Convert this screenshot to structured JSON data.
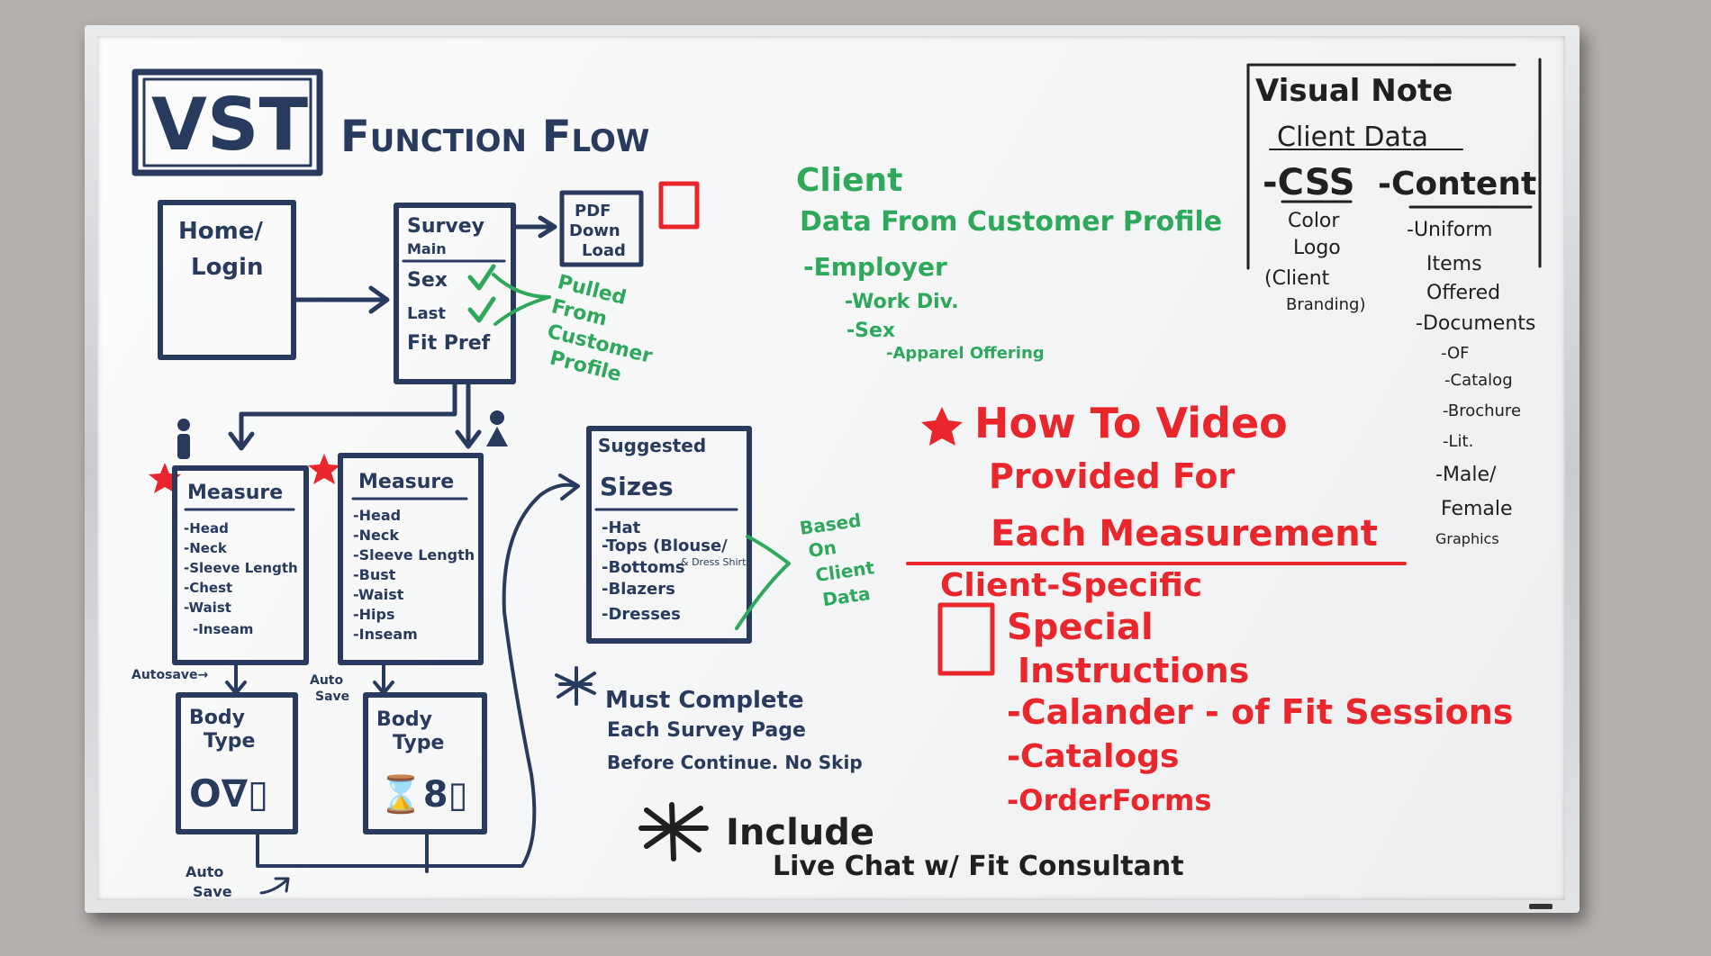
{
  "title": {
    "logo": "VST",
    "subtitle": "Function Flow"
  },
  "boxes": {
    "home": {
      "lines": [
        "Home/",
        "Login"
      ]
    },
    "survey": {
      "lines": [
        "Survey",
        "Main",
        "Sex",
        "Last",
        "Fit Pref"
      ]
    },
    "pdf": {
      "lines": [
        "PDF",
        "Down",
        "Load"
      ]
    },
    "measure_left": {
      "title": "Measure",
      "items": [
        "-Head",
        "-Neck",
        "-Sleeve Length",
        "-Chest",
        "-Waist",
        "-Inseam"
      ]
    },
    "measure_right": {
      "title": "Measure",
      "items": [
        "-Head",
        "-Neck",
        "-Sleeve Length",
        "-Bust",
        "-Waist",
        "-Hips",
        "-Inseam"
      ]
    },
    "body_left": {
      "lines": [
        "Body",
        "Type"
      ],
      "shapes": "O∇▯"
    },
    "body_right": {
      "lines": [
        "Body",
        "Type"
      ],
      "shapes": "⌛8▯"
    },
    "sizes": {
      "title_lines": [
        "Suggested",
        "Sizes"
      ],
      "items": [
        "-Hat",
        "-Tops (Blouse/",
        "-Bottoms",
        "-Blazers",
        "-Dresses"
      ],
      "aside": "& Dress Shirt)"
    }
  },
  "labels": {
    "autosave_1": "Autosave→",
    "autosave_2": [
      "Auto",
      "Save"
    ],
    "autosave_3": [
      "Auto",
      "Save"
    ],
    "pulled": [
      "Pulled",
      "From",
      "Customer",
      "Profile"
    ],
    "based": [
      "Based",
      "On",
      "Client",
      "Data"
    ],
    "must_complete": [
      "Must Complete",
      "Each Survey Page",
      "Before Continue. No Skip"
    ],
    "include": [
      "Include",
      "Live Chat w/ Fit Consultant"
    ]
  },
  "client": {
    "lines": [
      "Client",
      "Data From Customer Profile",
      "-Employer",
      "-Work Div.",
      "-Sex",
      "-Apparel Offering"
    ]
  },
  "red_notes": {
    "video": [
      "How To Video",
      "Provided For",
      "Each Measurement"
    ],
    "specific": [
      "Client-Specific",
      "Special",
      "Instructions",
      "-Calander - of Fit Sessions",
      "-Catalogs",
      "-OrderForms"
    ]
  },
  "visual_note": {
    "title": "Visual Note",
    "subtitle": "Client Data",
    "css_heading": "-CSS",
    "css_items": [
      "Color",
      "Logo",
      "(Client",
      "Branding)"
    ],
    "content_heading": "-Content",
    "content_items": [
      "-Uniform",
      "Items",
      "Offered",
      "-Documents",
      "-OF",
      "-Catalog",
      "-Brochure",
      "-Lit.",
      "-Male/",
      "Female",
      "Graphics"
    ]
  },
  "colors": {
    "blue_marker": "#283a5e",
    "green_marker": "#2ea85a",
    "red_marker": "#e8262b",
    "black_marker": "#202020"
  }
}
